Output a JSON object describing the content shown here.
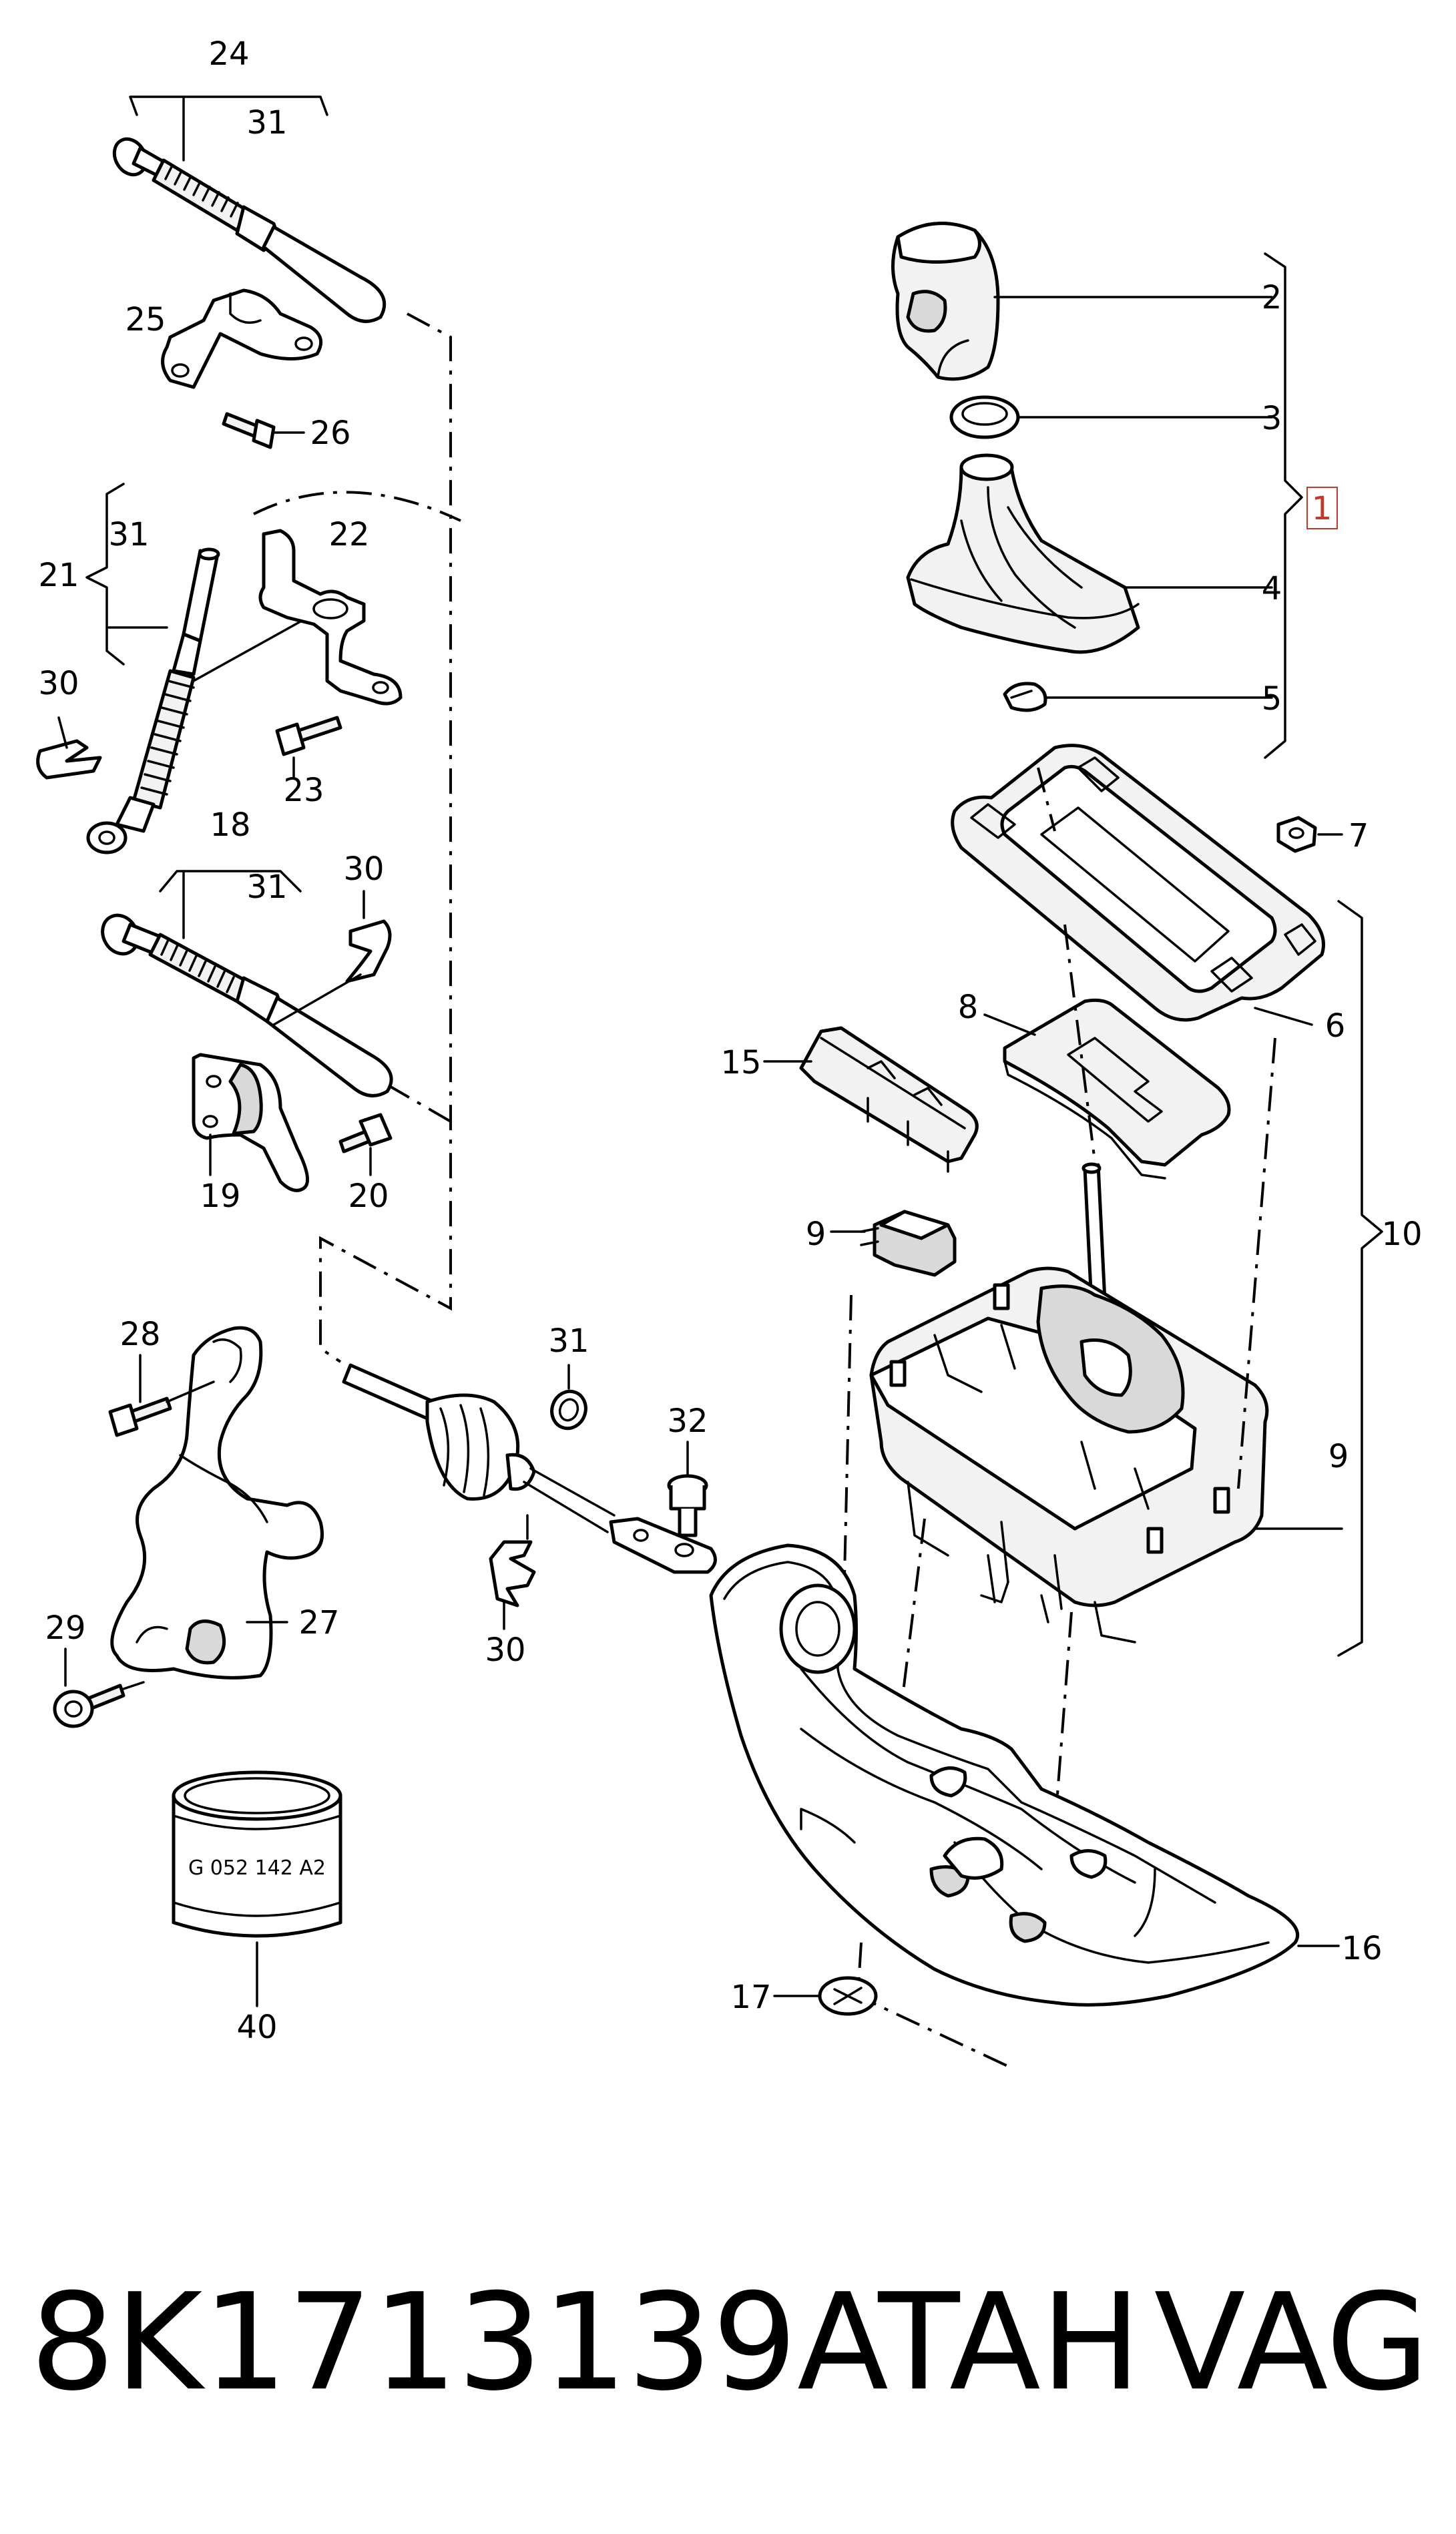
{
  "callouts": {
    "c1": "1",
    "c2": "2",
    "c3": "3",
    "c4": "4",
    "c5": "5",
    "c6": "6",
    "c7": "7",
    "c8": "8",
    "c9a": "9",
    "c9b": "9",
    "c10": "10",
    "c15": "15",
    "c16": "16",
    "c17": "17",
    "c18": "18",
    "c19": "19",
    "c20": "20",
    "c21": "21",
    "c22": "22",
    "c23": "23",
    "c24": "24",
    "c25": "25",
    "c26": "26",
    "c27": "27",
    "c28": "28",
    "c29": "29",
    "c30a": "30",
    "c30b": "30",
    "c30c": "30",
    "c31a": "31",
    "c31b": "31",
    "c31c": "31",
    "c31d": "31",
    "c32": "32",
    "c40": "40"
  },
  "can_label": "G 052 142 A2",
  "highlight_color": "#c0392b",
  "footer": {
    "part_number": "8K1713139ATAH",
    "brand": "VAG"
  }
}
